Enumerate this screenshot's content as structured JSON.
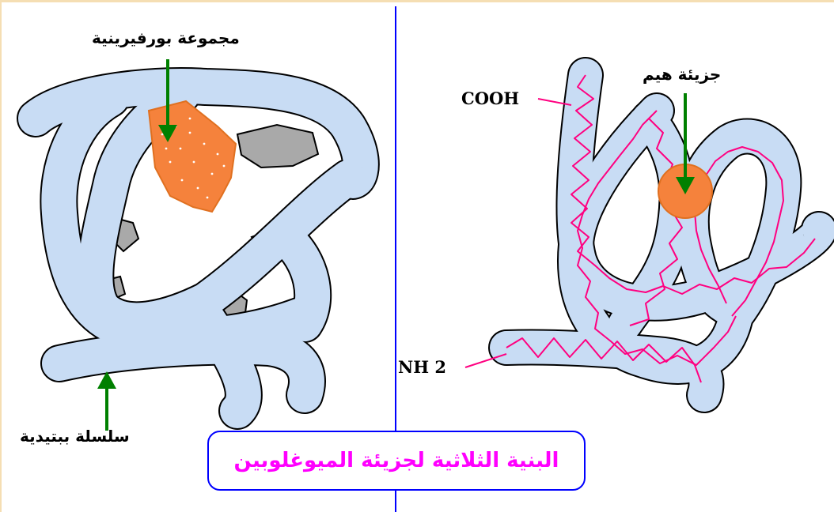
{
  "title": "البنية الثلاثية لجزيئة الميوغلوبين",
  "labels": {
    "porphyrin_group": "مجموعة بورفيرينية",
    "peptide_chain": "سلسلة ببتيدية",
    "heme_molecule": "جزيئة هيم",
    "cooh": "COOH",
    "nh2": "NH 2"
  },
  "colors": {
    "chain_fill": "#c8dcf4",
    "chain_outline": "#000000",
    "heme_fill": "#f5823c",
    "helix_line": "#ff0080",
    "arrow": "#008000",
    "divider": "#0000ff",
    "title_text": "#ff00ff",
    "title_border": "#0000ff",
    "pocket_fill": "#a9a9a9"
  }
}
